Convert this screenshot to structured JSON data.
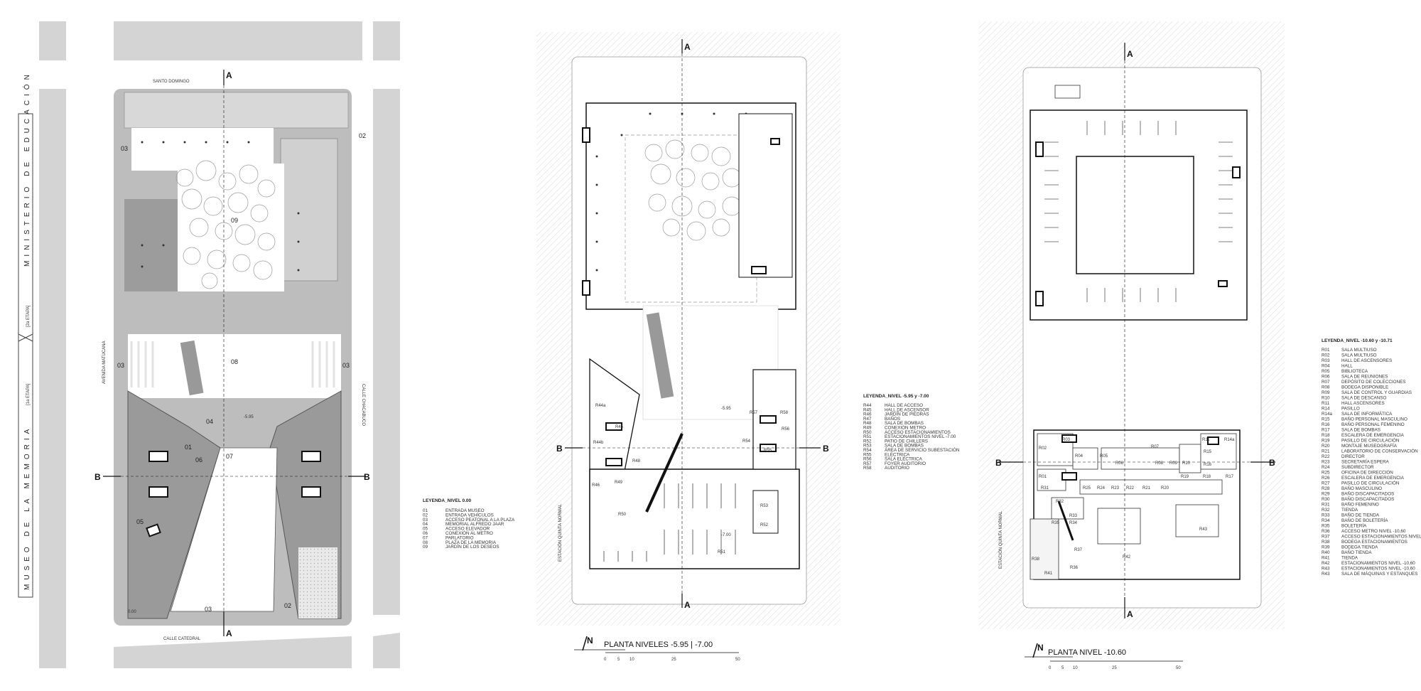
{
  "vertical_text": {
    "museo": "MUSEO DE LA MEMORIA",
    "ministerio": "MINISTERIO DE EDUCACIÓN",
    "etapa1": "[1a ETAPA]",
    "etapa2": "[2a ETAPA]"
  },
  "streets": {
    "santo_domingo": "SANTO DOMINGO",
    "av_matucana": "AVENIDA MATUCANA",
    "calle_chacabuco": "CALLE CHACABUCO",
    "calle_catedral": "CALLE CATEDRAL",
    "estacion_quinta_normal": "ESTACIÓN QUINTA NORMAL"
  },
  "section_marks": {
    "a": "A",
    "b": "B"
  },
  "plan1": {
    "labels": [
      "01",
      "02",
      "03",
      "04",
      "05",
      "06",
      "07",
      "08",
      "09",
      "-5.95",
      "0.00"
    ],
    "legend": {
      "title": "LEYENDA_NIVEL 0.00",
      "items": [
        {
          "code": "01",
          "name": "ENTRADA MUSEO"
        },
        {
          "code": "02",
          "name": "ENTRADA VEHÍCULOS"
        },
        {
          "code": "03",
          "name": "ACCESO PEATONAL A LA PLAZA"
        },
        {
          "code": "04",
          "name": "MEMORIAL ALFREDO JAAR"
        },
        {
          "code": "05",
          "name": "ACCESO ELEVADOR"
        },
        {
          "code": "06",
          "name": "CONEXIÓN AL METRO"
        },
        {
          "code": "07",
          "name": "PARLATORIO"
        },
        {
          "code": "08",
          "name": "PLAZA DE LA MEMORIA"
        },
        {
          "code": "09",
          "name": "JARDÍN DE LOS DESEOS"
        }
      ]
    }
  },
  "plan2": {
    "title": "PLANTA NIVELES -5.95 | -7.00",
    "scale": [
      "0",
      "5",
      "10",
      "25",
      "50"
    ],
    "labels": [
      "R44a",
      "R45",
      "R44b",
      "R46",
      "R48",
      "R49",
      "R50",
      "R51",
      "R52",
      "R53",
      "R54",
      "R55",
      "R56",
      "R57",
      "R58",
      "-5.95",
      "-7.00"
    ],
    "legend": {
      "title": "LEYENDA_NIVEL -5.95 y -7.00",
      "items": [
        {
          "code": "R44",
          "name": "HALL DE ACCESO"
        },
        {
          "code": "R45",
          "name": "HALL DE ASCENSOR"
        },
        {
          "code": "R46",
          "name": "JARDÍN DE PIEDRAS"
        },
        {
          "code": "R47",
          "name": "BAÑOS"
        },
        {
          "code": "R48",
          "name": "SALA DE BOMBAS"
        },
        {
          "code": "R49",
          "name": "CONEXIÓN METRO"
        },
        {
          "code": "R50",
          "name": "ACCESO ESTACIONAMIENTOS"
        },
        {
          "code": "R51",
          "name": "ESTACIONAMIENTOS NIVEL -7.00"
        },
        {
          "code": "R52",
          "name": "PATIO DE CHILLERS"
        },
        {
          "code": "R53",
          "name": "SALA DE BOMBAS"
        },
        {
          "code": "R54",
          "name": "ÁREA DE SERVICIO SUBESTACIÓN"
        },
        {
          "code": "R55",
          "name": "ELÉCTRICA"
        },
        {
          "code": "R56",
          "name": "SALA ELÉCTRICA"
        },
        {
          "code": "R57",
          "name": "FOYER AUDITORIO"
        },
        {
          "code": "R58",
          "name": "AUDITORIO"
        }
      ]
    }
  },
  "plan3": {
    "title": "PLANTA NIVEL -10.60",
    "scale": [
      "0",
      "5",
      "10",
      "25",
      "50"
    ],
    "labels": [
      "R01",
      "R02",
      "R03",
      "R04",
      "R05",
      "R06",
      "R07",
      "R08",
      "R09",
      "R10",
      "R11",
      "R14a",
      "R15",
      "R16",
      "R17",
      "R18",
      "R19",
      "R20",
      "R21",
      "R22",
      "R23",
      "R24",
      "R25",
      "R31",
      "R32",
      "R33",
      "R34",
      "R35",
      "R36",
      "R37",
      "R38",
      "R41",
      "R42",
      "R43"
    ],
    "legend": {
      "title": "LEYENDA_NIVEL -10.60 y -10.71",
      "items": [
        {
          "code": "R01",
          "name": "SALA MULTIUSO"
        },
        {
          "code": "R02",
          "name": "SALA MULTIUSO"
        },
        {
          "code": "R03",
          "name": "HALL DE ASCENSORES"
        },
        {
          "code": "R04",
          "name": "HALL"
        },
        {
          "code": "R05",
          "name": "BIBLIOTECA"
        },
        {
          "code": "R06",
          "name": "SALA DE REUNIONES"
        },
        {
          "code": "R07",
          "name": "DEPÓSITO DE COLECCIONES"
        },
        {
          "code": "R08",
          "name": "BODEGA DISPONIBLE"
        },
        {
          "code": "R09",
          "name": "SALA DE CONTROL Y GUARDIAS"
        },
        {
          "code": "R10",
          "name": "SALA DE DESCANSO"
        },
        {
          "code": "R11",
          "name": "HALL ASCENSORES"
        },
        {
          "code": "R14",
          "name": "PASILLO"
        },
        {
          "code": "R14a",
          "name": "SALA DE INFORMÁTICA"
        },
        {
          "code": "R15",
          "name": "BAÑO PERSONAL MASCULINO"
        },
        {
          "code": "R16",
          "name": "BAÑO PERSONAL FEMENINO"
        },
        {
          "code": "R17",
          "name": "SALA DE BOMBAS"
        },
        {
          "code": "R18",
          "name": "ESCALERA DE EMERGENCIA"
        },
        {
          "code": "R19",
          "name": "PASILLO DE CIRCULACIÓN"
        },
        {
          "code": "R20",
          "name": "MONTAJE MUSEOGRAFÍA"
        },
        {
          "code": "R21",
          "name": "LABORATORIO DE CONSERVACIÓN"
        },
        {
          "code": "R22",
          "name": "DIRECTOR"
        },
        {
          "code": "R23",
          "name": "SECRETARÍA ESPERA"
        },
        {
          "code": "R24",
          "name": "SUBDIRECTOR"
        },
        {
          "code": "R25",
          "name": "OFICINA DE DIRECCIÓN"
        },
        {
          "code": "R26",
          "name": "ESCALERA DE EMERGENCIA"
        },
        {
          "code": "R27",
          "name": "PASILLO DE CIRCULACIÓN"
        },
        {
          "code": "R28",
          "name": "BAÑO MASCULINO"
        },
        {
          "code": "R29",
          "name": "BAÑO DISCAPACITADOS"
        },
        {
          "code": "R30",
          "name": "BAÑO DISCAPACITADOS"
        },
        {
          "code": "R31",
          "name": "BAÑO FEMENINO"
        },
        {
          "code": "R32",
          "name": "TIENDA"
        },
        {
          "code": "R33",
          "name": "BAÑO DE TIENDA"
        },
        {
          "code": "R34",
          "name": "BAÑO DE BOLETERÍA"
        },
        {
          "code": "R35",
          "name": "BOLETERÍA"
        },
        {
          "code": "R36",
          "name": "ACCESO METRO NIVEL -10,60"
        },
        {
          "code": "R37",
          "name": "ACCESO ESTACIONAMIENTOS NIVEL -10,60"
        },
        {
          "code": "R38",
          "name": "BODEGA ESTACIONAMIENTOS"
        },
        {
          "code": "R39",
          "name": "BODEGA TIENDA"
        },
        {
          "code": "R40",
          "name": "BAÑO TIENDA"
        },
        {
          "code": "R41",
          "name": "TIENDA"
        },
        {
          "code": "R42",
          "name": "ESTACIONAMIENTOS NIVEL -10,60"
        },
        {
          "code": "R43",
          "name": "ESTACIONAMIENTOS NIVEL -10,60"
        },
        {
          "code": "R43",
          "name": "SALA DE MÁQUINAS Y ESTANQUES"
        }
      ]
    }
  }
}
